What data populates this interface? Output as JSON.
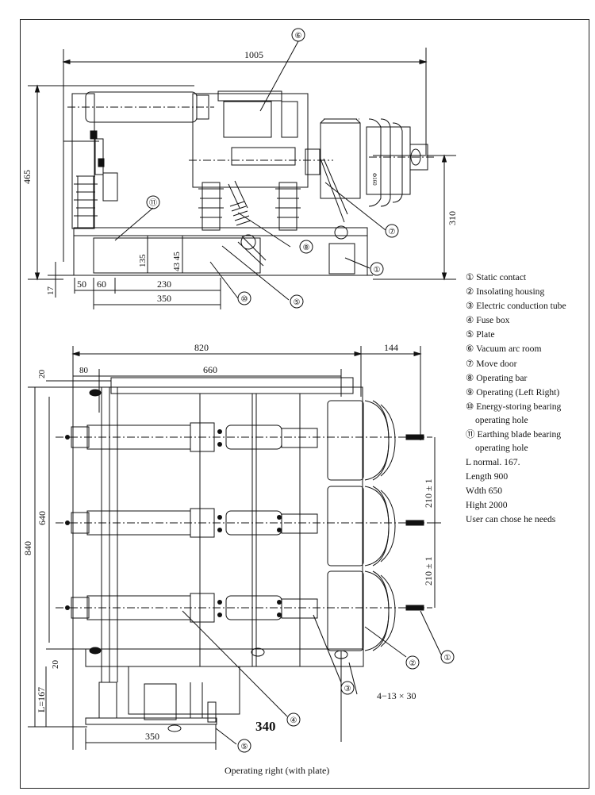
{
  "legend": {
    "items": [
      "① Static contact",
      "② Insolating housing",
      "③ Electric conduction tube",
      "④ Fuse box",
      "⑤ Plate",
      "⑥ Vacuum arc room",
      "⑦  Move door",
      "⑧ Operating bar",
      "⑨ Operating (Left Right)",
      "⑩ Energy-storing bearing operating hole",
      "⑪ Earthing blade bearing operating hole",
      "L normal. 167.",
      "Length 900",
      "Wdth 650",
      "Hight 2000",
      "User can chose he needs"
    ]
  },
  "top_view": {
    "dims": {
      "width_total": "1005",
      "height_total": "465",
      "height_right": "310",
      "d135": "135",
      "d4345": "43 45",
      "d17": "17",
      "d50": "50",
      "d60": "60",
      "d230": "230",
      "d350": "350",
      "phi": "Φ160"
    },
    "callouts": {
      "c6": "⑥",
      "c11": "⑪",
      "c8": "⑧",
      "c7": "⑦",
      "c1": "①",
      "c5": "⑤",
      "c10": "⑩"
    }
  },
  "bottom_view": {
    "dims": {
      "d820": "820",
      "d144": "144",
      "d20a": "20",
      "d80": "80",
      "d660": "660",
      "d840": "840",
      "d640": "640",
      "d210a": "210 ± 1",
      "d210b": "210 ± 1",
      "d20b": "20",
      "dL": "L=167",
      "d340": "340",
      "d350": "350",
      "holes": "4−13 × 30"
    },
    "callouts": {
      "c2": "②",
      "c1": "①",
      "c3": "③",
      "c4": "④",
      "c5": "⑤"
    }
  },
  "caption": "Operating right (with plate)"
}
